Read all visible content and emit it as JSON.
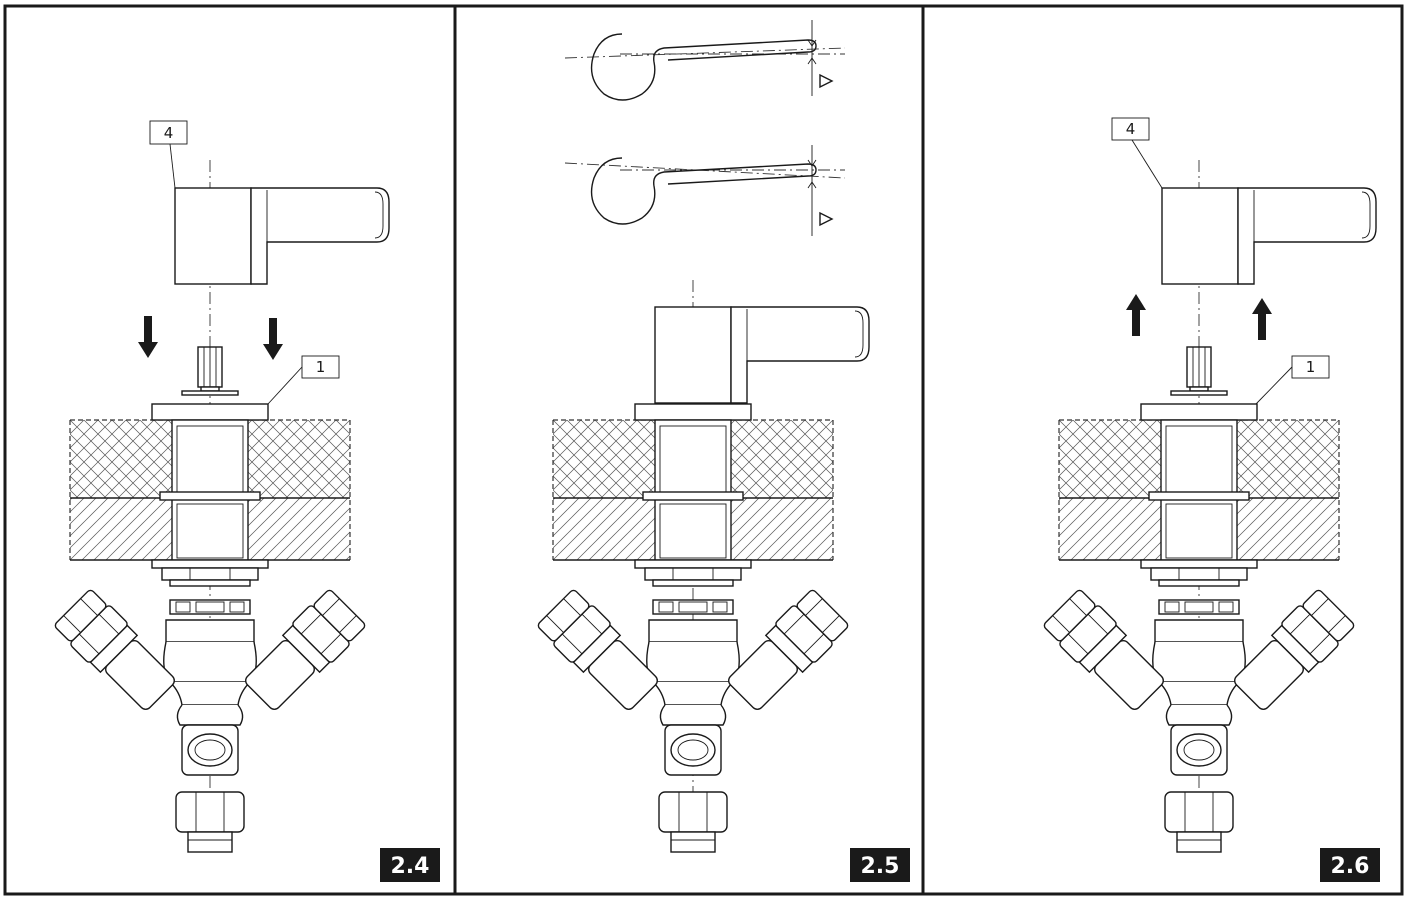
{
  "panels": [
    {
      "figure": "2.4",
      "part_labels": [
        "4",
        "1"
      ]
    },
    {
      "figure": "2.5",
      "part_labels": []
    },
    {
      "figure": "2.6",
      "part_labels": [
        "4",
        "1"
      ]
    }
  ],
  "icons": {
    "arrow_down": "arrow-down-icon",
    "arrow_up": "arrow-up-icon",
    "taper": "taper-triangle-icon"
  },
  "colors": {
    "line": "#1a1a1a",
    "badge": "#1a1a1a",
    "background": "#ffffff"
  }
}
